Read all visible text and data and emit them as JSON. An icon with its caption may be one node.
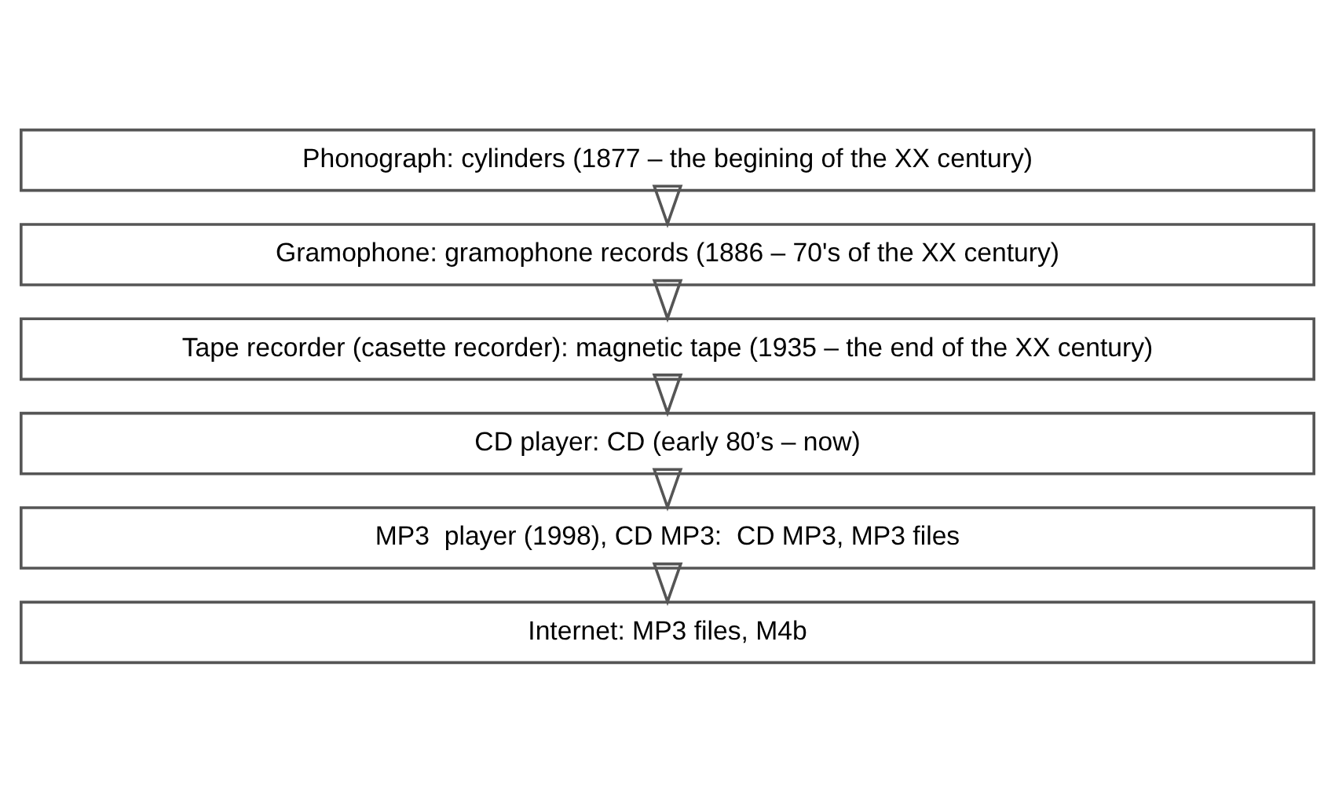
{
  "diagram": {
    "nodes": [
      {
        "text": [
          "Phonograph: cylinders (1877 – the begining of the XX century)"
        ]
      },
      {
        "text": [
          "Gramophone: gramophone records (1886 – 70's of the XX century)"
        ]
      },
      {
        "text": [
          "Tape recorder (casette recorder): magnetic tape (1935 – the end of the XX century)"
        ]
      },
      {
        "text": [
          "CD player: CD (early 80’s – now)"
        ]
      },
      {
        "text": [
          "MP3  player (1998), CD MP3:  CD MP3, MP3 files"
        ]
      },
      {
        "text": [
          "Internet: MP3 files, M4b"
        ]
      }
    ],
    "edges": [
      {
        "from": 0,
        "to": 1,
        "arrow": "to"
      },
      {
        "from": 1,
        "to": 2,
        "arrow": "to"
      },
      {
        "from": 2,
        "to": 3,
        "arrow": "to"
      },
      {
        "from": 3,
        "to": 4,
        "arrow": "to"
      },
      {
        "from": 4,
        "to": 5,
        "arrow": "to"
      }
    ]
  }
}
